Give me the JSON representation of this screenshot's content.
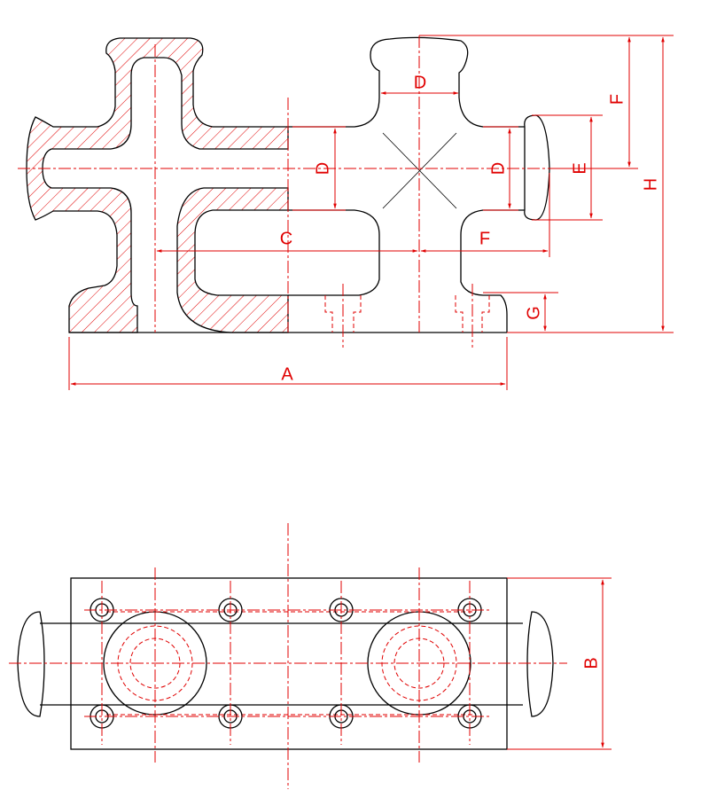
{
  "drawing": {
    "front_view": {
      "labels": {
        "d_top": "D",
        "d_middle": "D",
        "d_right": "D",
        "c": "C",
        "f_lower": "F",
        "f_upper": "F",
        "e": "E",
        "h": "H",
        "g": "G",
        "a": "A"
      }
    },
    "top_view": {
      "labels": {
        "b": "B"
      }
    },
    "colors": {
      "outline": "#000000",
      "dimension": "#e00000"
    }
  }
}
